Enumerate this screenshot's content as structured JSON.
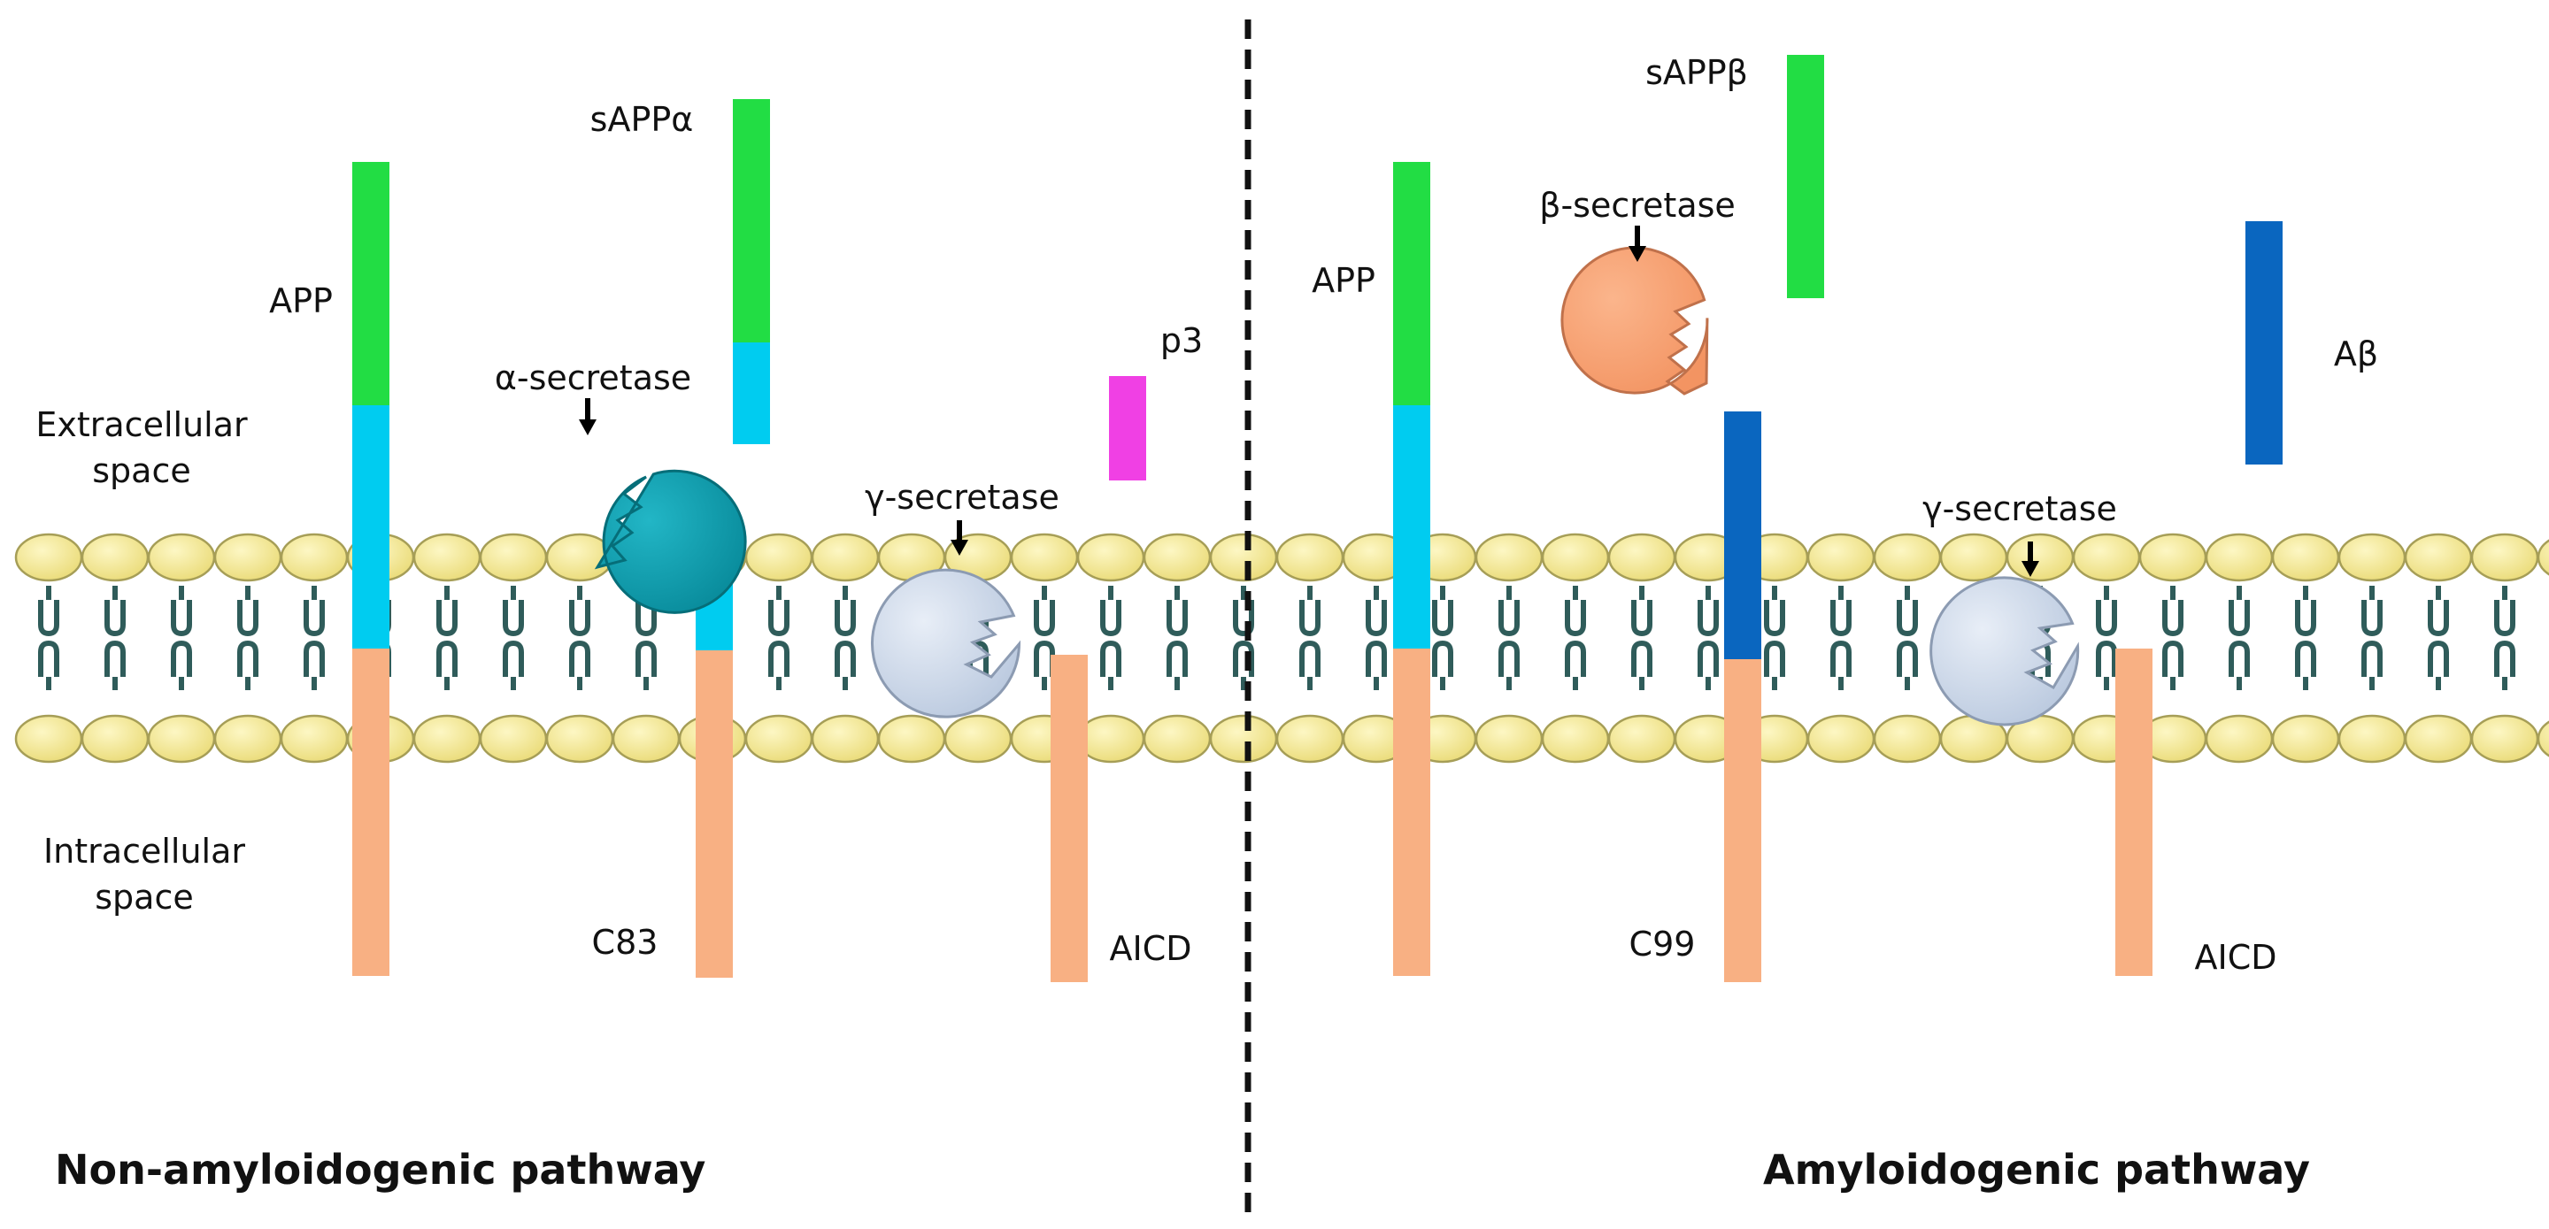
{
  "colors": {
    "app_extracellular": "#22dd44",
    "membrane_segment": "#00ccf0",
    "intracellular": "#f8b083",
    "abeta": "#0a66bf",
    "p3": "#f040e4",
    "alpha_secretase": "#0b9cae",
    "beta_secretase": "#f9a070",
    "gamma_secretase": "#cbd8ea",
    "head_fill": "#f6ec9c",
    "head_stroke": "#a69e57",
    "tail": "#2f5c5a",
    "divider": "#111111"
  },
  "labels": {
    "extracellular_space": [
      "Extracellular",
      "space"
    ],
    "intracellular_space": [
      "Intracellular",
      "space"
    ],
    "left_app": "APP",
    "sappa": "sAPPα",
    "alpha_secretase": "α-secretase",
    "p3": "p3",
    "gamma_secretase_left": "γ-secretase",
    "c83": "C83",
    "aicd_left": "AICD",
    "non_amyloidogenic_pathway": "Non-amyloidogenic  pathway",
    "right_app": "APP",
    "sappb": "sAPPβ",
    "beta_secretase": "β-secretase",
    "abeta": "Aβ",
    "gamma_secretase_right": "γ-secretase",
    "c99": "C99",
    "aicd_right": "AICD",
    "amyloidogenic_pathway": "Amyloidogenic  pathway"
  }
}
